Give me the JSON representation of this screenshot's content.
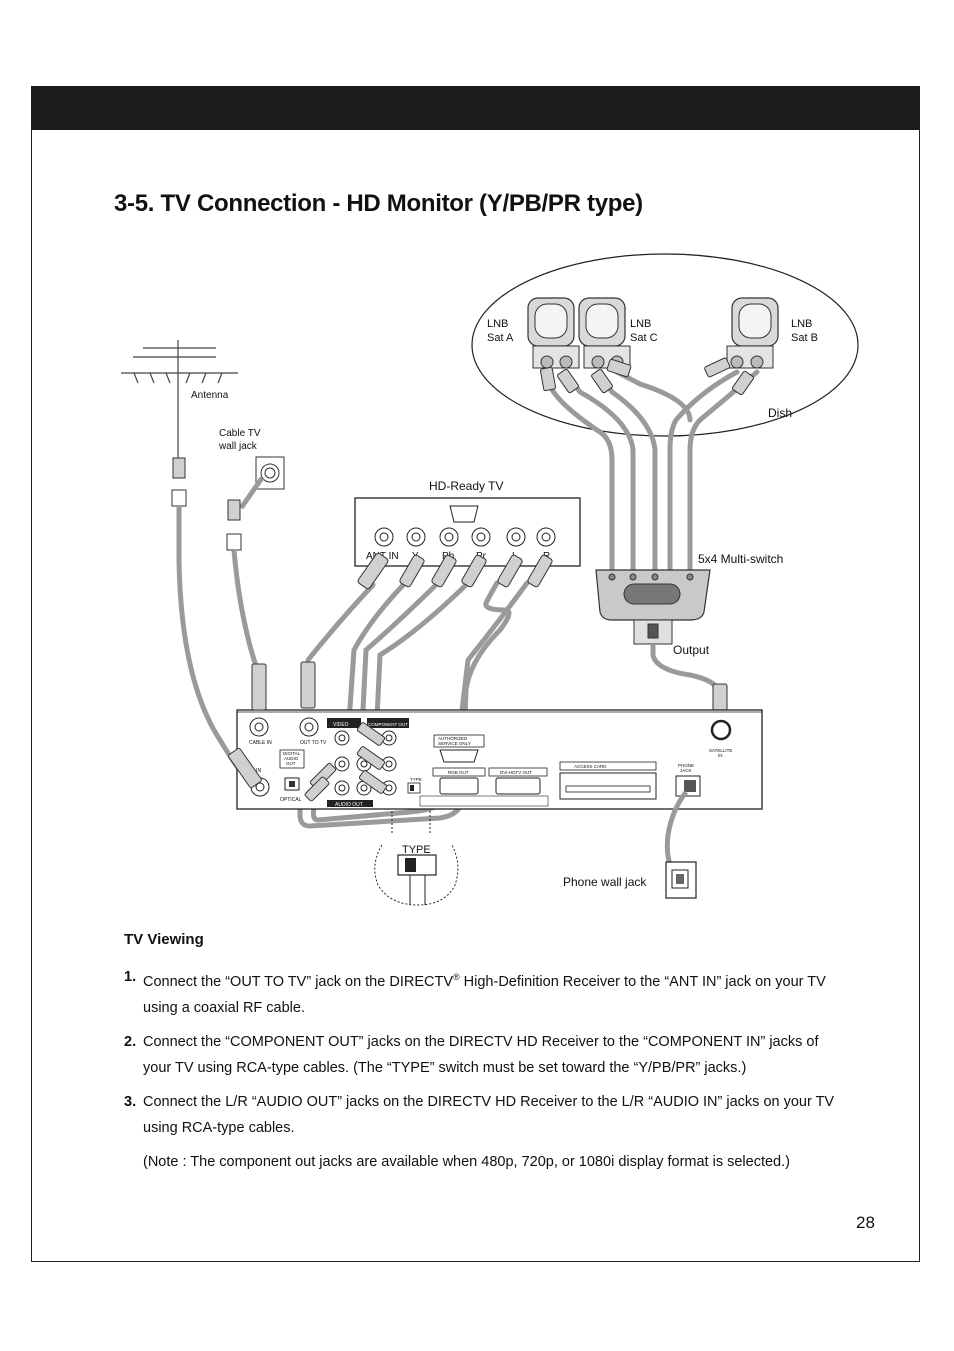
{
  "section": {
    "title": "3-5. TV Connection - HD Monitor (Y/PB/PR type)"
  },
  "diagram": {
    "lnb_sat_a": [
      "LNB",
      "Sat A"
    ],
    "lnb_sat_c": [
      "LNB",
      "Sat C"
    ],
    "lnb_sat_b": [
      "LNB",
      "Sat B"
    ],
    "dish": "Dish",
    "antenna": "Antenna",
    "cable_wall_jack": [
      "Cable TV",
      "wall jack"
    ],
    "hd_tv": "HD-Ready TV",
    "tv_jacks": [
      "ANT IN",
      "Y",
      "Pb",
      "Pr",
      "L",
      "R"
    ],
    "multiswitch": "5x4 Multi-switch",
    "output": "Output",
    "phone_wall_jack": "Phone wall jack",
    "type_switch": "TYPE",
    "receiver_labels": {
      "cable_in": "CABLE IN",
      "out_to_tv": "OUT TO TV",
      "digital_audio_out": [
        "DIGITAL",
        "AUDIO",
        "OUT"
      ],
      "optical": "OPTICAL",
      "video": "VIDEO",
      "component_out": "COMPONENT OUT",
      "audio_out": "AUDIO OUT",
      "type": "TYPE",
      "auth_service": [
        "AUTHORIZED",
        "SERVICE ONLY"
      ],
      "rgb_out": "RGB OUT",
      "dvi_out": "DVI-HDTV OUT",
      "access_card": "ACCESS CARD",
      "phone_jack": [
        "PHONE",
        "JACK"
      ],
      "satellite_in": [
        "SATELLITE",
        "IN"
      ],
      "rf_in": "RF IN"
    }
  },
  "tv_viewing": {
    "heading": "TV Viewing",
    "steps": [
      {
        "num": "1.",
        "text_before": "Connect the “OUT TO TV” jack on the DIRECTV",
        "sup": "®",
        "text_after": " High-Definition Receiver to the “ANT IN” jack on your TV using a coaxial RF cable."
      },
      {
        "num": "2.",
        "text": "Connect the “COMPONENT OUT” jacks on the DIRECTV HD Receiver to the “COMPONENT IN” jacks of your TV using RCA-type cables. (The “TYPE” switch must be set toward the “Y/PB/PR” jacks.)"
      },
      {
        "num": "3.",
        "text": "Connect the L/R “AUDIO OUT” jacks on  the DIRECTV HD Receiver to the L/R “AUDIO IN” jacks on your TV using RCA-type cables."
      }
    ],
    "note": "(Note : The component out jacks are available when 480p, 720p, or 1080i display format is selected.)"
  },
  "page_number": "28"
}
